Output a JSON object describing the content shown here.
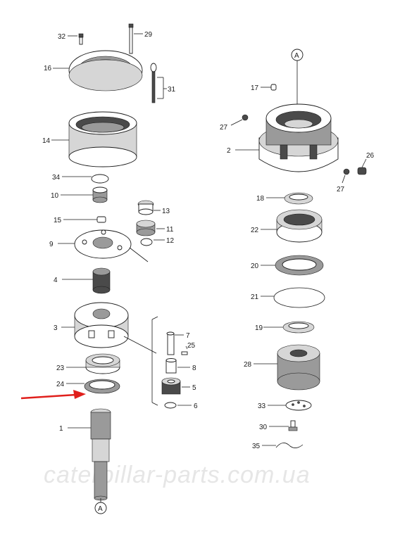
{
  "callouts": {
    "p1": "1",
    "p2": "2",
    "p3": "3",
    "p4": "4",
    "p5": "5",
    "p6": "6",
    "p7": "7",
    "p8": "8",
    "p9": "9",
    "p10": "10",
    "p11": "11",
    "p12": "12",
    "p13": "13",
    "p14": "14",
    "p15": "15",
    "p16": "16",
    "p17": "17",
    "p18": "18",
    "p19": "19",
    "p20": "20",
    "p21": "21",
    "p22": "22",
    "p23": "23",
    "p24": "24",
    "p25": "25",
    "p26": "26",
    "p27a": "27",
    "p27b": "27",
    "p28": "28",
    "p29": "29",
    "p30": "30",
    "p31": "31",
    "p32": "32",
    "p33": "33",
    "p34": "34",
    "p35": "35"
  },
  "markers": {
    "top": "A",
    "bottom": "A"
  },
  "watermark": "caterpillar-parts.com.ua",
  "highlight": {
    "color": "#e0201c",
    "target_part": "24"
  }
}
